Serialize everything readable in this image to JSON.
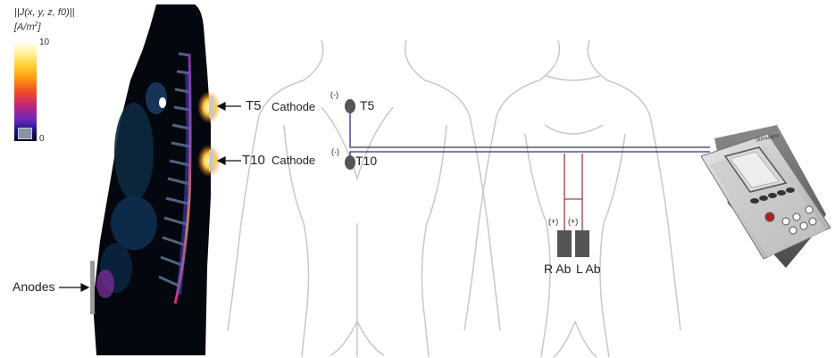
{
  "colorbar": {
    "title_line1": "||J(x, y, z, f0)||",
    "title_unit": "[A/m",
    "title_unit_sup": "2",
    "title_unit_end": "]",
    "max_label": "10",
    "min_label": "0"
  },
  "mri_labels": {
    "t5": "T5",
    "t10": "T10",
    "anodes": "Anodes"
  },
  "electrodes": {
    "t5_cathode": "Cathode",
    "t5_polarity": "(-)",
    "t5_label": "T5",
    "t10_cathode": "Cathode",
    "t10_polarity": "(-)",
    "t10_label": "T10",
    "right_polarity": "(+)",
    "left_polarity": "(+)",
    "right_label": "R Ab",
    "left_label": "L Ab"
  },
  "device": {
    "brand": "Stimulator"
  },
  "colors": {
    "cathode_wire": "#2e2e8c",
    "anode_wire": "#8b1a1a",
    "electrode": "#555555",
    "body_outline": "#c8c8c8"
  }
}
